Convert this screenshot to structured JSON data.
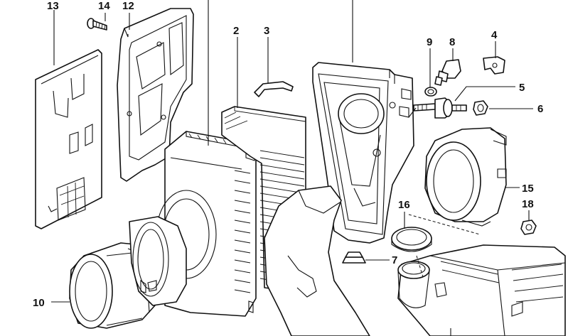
{
  "callouts": [
    {
      "id": "13",
      "text": "13"
    },
    {
      "id": "14",
      "text": "14"
    },
    {
      "id": "12",
      "text": "12"
    },
    {
      "id": "2",
      "text": "2"
    },
    {
      "id": "3",
      "text": "3"
    },
    {
      "id": "9",
      "text": "9"
    },
    {
      "id": "8",
      "text": "8"
    },
    {
      "id": "4",
      "text": "4"
    },
    {
      "id": "5",
      "text": "5"
    },
    {
      "id": "6",
      "text": "6"
    },
    {
      "id": "15",
      "text": "15"
    },
    {
      "id": "16",
      "text": "16"
    },
    {
      "id": "18",
      "text": "18"
    },
    {
      "id": "7",
      "text": "7"
    },
    {
      "id": "10",
      "text": "10"
    }
  ]
}
